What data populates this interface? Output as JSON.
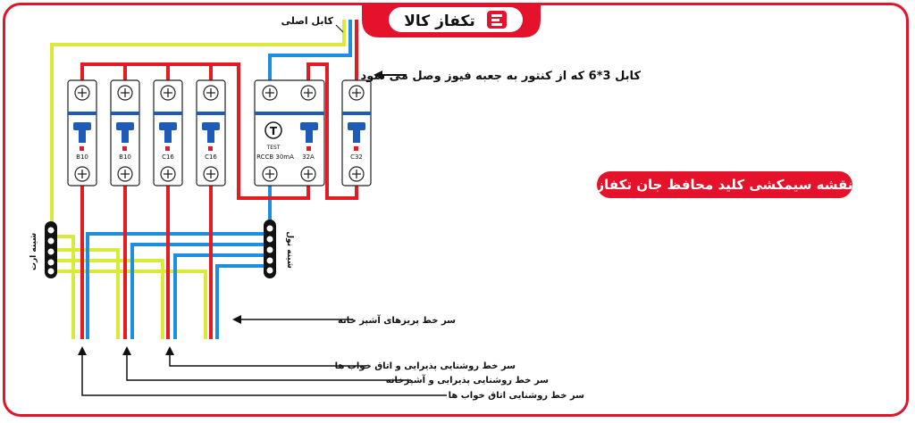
{
  "logo": {
    "text": "تکفاز کالا",
    "color": "#e4122a"
  },
  "title": {
    "text": "نقشه سیمکشی کلید محافظ جان تکفاز",
    "bg": "#e4122a"
  },
  "labels": {
    "main_cable": "کابل اصلی",
    "input_cable": "کابل 3*6 که از کنتور به جعبه فیوز وصل می شود",
    "earth_bus": "شینه ارت",
    "neutral_bus": "شینه نول",
    "kitchen_sockets": "سر خط پریزهای آشپز خانه",
    "lighting_reception_bedrooms": "سر خط روشنایی پذیرایی و اتاق خواب ها",
    "lighting_reception_kitchen": "سر خط روشنایی پذیرایی و آشپزخانه",
    "lighting_bedrooms": "سر خط روشنایی اتاق خواب ها"
  },
  "breakers": [
    {
      "rating": "B10"
    },
    {
      "rating": "B10"
    },
    {
      "rating": "C16"
    },
    {
      "rating": "C16"
    }
  ],
  "rccb": {
    "test_label": "TEST",
    "test_symbol": "T",
    "rating": "RCCB 30mA",
    "pole_rating": "32A"
  },
  "main_breaker": {
    "rating": "C32"
  },
  "colors": {
    "phase": "#e31b23",
    "neutral": "#1e8fe0",
    "earth": "#d9ea3a",
    "device_accent": "#1e5bb8"
  }
}
